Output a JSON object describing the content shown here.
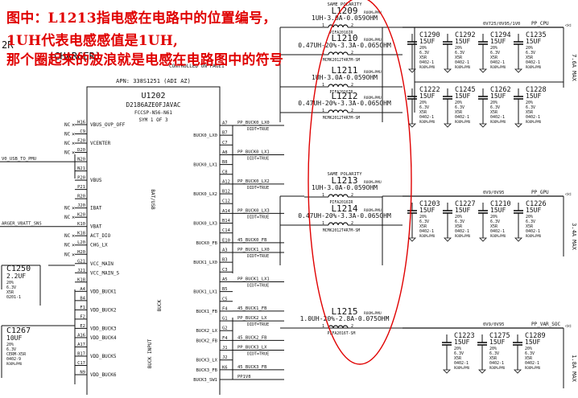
{
  "annotation": {
    "lines": [
      "图中：L1213指电感在电路中的位置编号，",
      "1UH代表电感感值是1UH,",
      "那个圈起来的波浪就是电感在电路图中的符号"
    ]
  },
  "ic": {
    "apn": "APN: 338S1251 (ADI AZ)",
    "ref": "U1202",
    "part": "D2186AZE0FJAVAC",
    "package": "FCCSP-N56-N61",
    "sym": "SYM 1 OF 3",
    "side_label_bat": "BAT/USB",
    "side_label_buck_input": "BUCK INPUT",
    "side_label_buck": "BUCK",
    "left_pins": [
      {
        "num": "H16",
        "name": "VBUS_OVP_OFF",
        "net": "NC"
      },
      {
        "num": "C9",
        "name": "",
        "net": "NC"
      },
      {
        "num": "F20",
        "name": "VCENTER",
        "net": "NC"
      },
      {
        "num": "D20",
        "name": "",
        "net": "NC"
      },
      {
        "num": "N20",
        "name": "",
        "net": "V0_USB_TO_PMU"
      },
      {
        "num": "N21",
        "name": "",
        "net": ""
      },
      {
        "num": "P20",
        "name": "VBUS",
        "net": ""
      },
      {
        "num": "P21",
        "name": "",
        "net": ""
      },
      {
        "num": "R20",
        "name": "",
        "net": ""
      },
      {
        "num": "J20",
        "name": "IBAT",
        "net": "NC"
      },
      {
        "num": "K20",
        "name": "",
        "net": "NC"
      },
      {
        "num": "K10",
        "name": "VBAT",
        "net": "ARGER_VBATT_SNS"
      },
      {
        "num": "K18",
        "name": "ACT_DIO",
        "net": "NC"
      },
      {
        "num": "L20",
        "name": "CHG_LX",
        "net": "NC"
      },
      {
        "num": "H20",
        "name": "",
        "net": "NC"
      },
      {
        "num": "G21",
        "name": "VCC_MAIN",
        "net": ""
      },
      {
        "num": "J21",
        "name": "VCC_MAIN_S",
        "net": ""
      },
      {
        "num": "K18",
        "name": "",
        "net": ""
      },
      {
        "num": "A4",
        "name": "VDD_BUCK1",
        "net": ""
      },
      {
        "num": "B4",
        "name": "",
        "net": ""
      },
      {
        "num": "F1",
        "name": "VDD_BUCK2",
        "net": ""
      },
      {
        "num": "F2",
        "name": "",
        "net": ""
      },
      {
        "num": "E2",
        "name": "VDD_BUCK3",
        "net": ""
      },
      {
        "num": "A16",
        "name": "VDD_BUCK4",
        "net": ""
      },
      {
        "num": "A17",
        "name": "",
        "net": ""
      },
      {
        "num": "B17",
        "name": "VDD_BUCK5",
        "net": ""
      },
      {
        "num": "C17",
        "name": "",
        "net": ""
      },
      {
        "num": "N9",
        "name": "VDD_BUCK6",
        "net": ""
      }
    ],
    "right_pins": [
      {
        "num": "A7",
        "name": "",
        "net": "PP_BUCK0_LX0"
      },
      {
        "num": "B7",
        "name": "BUCK0_LX0",
        "net": ""
      },
      {
        "num": "C7",
        "name": "",
        "net": ""
      },
      {
        "num": "A8",
        "name": "",
        "net": "PP_BUCK0_LX1"
      },
      {
        "num": "B8",
        "name": "BUCK0_LX1",
        "net": ""
      },
      {
        "num": "C8",
        "name": "",
        "net": ""
      },
      {
        "num": "A12",
        "name": "",
        "net": "PP_BUCK0_LX2"
      },
      {
        "num": "B12",
        "name": "BUCK0_LX2",
        "net": ""
      },
      {
        "num": "C12",
        "name": "",
        "net": ""
      },
      {
        "num": "A14",
        "name": "",
        "net": "PP_BUCK0_LX3"
      },
      {
        "num": "B14",
        "name": "BUCK0_LX3",
        "net": ""
      },
      {
        "num": "C14",
        "name": "",
        "net": ""
      },
      {
        "num": "E10",
        "name": "BUCK0_FB",
        "net": "45_BUCK0_FB"
      },
      {
        "num": "A3",
        "name": "",
        "net": "PP_BUCK1_LX0"
      },
      {
        "num": "B3",
        "name": "BUCK1_LX0",
        "net": ""
      },
      {
        "num": "C3",
        "name": "",
        "net": ""
      },
      {
        "num": "A5",
        "name": "",
        "net": "PP_BUCK1_LX1"
      },
      {
        "num": "B5",
        "name": "BUCK1_LX1",
        "net": ""
      },
      {
        "num": "C5",
        "name": "",
        "net": ""
      },
      {
        "num": "F4",
        "name": "BUCK1_FB",
        "net": "45_BUCK1_FB"
      },
      {
        "num": "G1",
        "name": "",
        "net": "PP_BUCK2_LX"
      },
      {
        "num": "G2",
        "name": "BUCK2_LX",
        "net": ""
      },
      {
        "num": "F4",
        "name": "BUCK2_FB",
        "net": "45_BUCK2_FB"
      },
      {
        "num": "J1",
        "name": "",
        "net": "PP_BUCK3_LX"
      },
      {
        "num": "J2",
        "name": "BUCK3_LX",
        "net": ""
      },
      {
        "num": "K6",
        "name": "BUCK3_FB",
        "net": "45_BUCK3_FB"
      },
      {
        "num": "",
        "name": "BUCK3_SW1",
        "net": "PP1V8"
      }
    ],
    "diff_note": "DIDT=TRUE"
  },
  "top_left": {
    "partial_title": "(CHARGER)",
    "controlled": "CONTROLLED ON PAGE1"
  },
  "inductors": [
    {
      "ref": "L1209",
      "polarity": "SAME POLARITY",
      "value": "1UH-3.0A-0.059OHM",
      "flag": "ROOM=PMU",
      "package": "PIFA2016IR"
    },
    {
      "ref": "L1210",
      "polarity": "",
      "value": "0.47UH-20%-3.3A-0.065OHM",
      "flag": "ROOM=PMU",
      "package": "MCMK2012T4R7M-SM"
    },
    {
      "ref": "L1211",
      "polarity": "",
      "value": "1UH-3.0A-0.059OHM",
      "flag": "ROOM=PMU",
      "package": "PIFA2016IR"
    },
    {
      "ref": "L1212",
      "polarity": "",
      "value": "0.47UH-20%-3.3A-0.065OHM",
      "flag": "ROOM=PMU",
      "package": "MCMK2012T4R7M-SM"
    },
    {
      "ref": "L1213",
      "polarity": "SAME POLARITY",
      "value": "1UH-3.0A-0.059OHM",
      "flag": "ROOM=PMU",
      "package": "PIFA2016IR"
    },
    {
      "ref": "L1214",
      "polarity": "",
      "value": "0.47UH-20%-3.3A-0.065OHM",
      "flag": "ROOM=PMU",
      "package": "MCMK2012T4R7M-SM"
    },
    {
      "ref": "L1215",
      "polarity": "",
      "value": "1.0UH-20%-2.8A-0.075OHM",
      "flag": "ROOM=PMU",
      "package": "PIFA2016T-SM"
    }
  ],
  "rails": [
    {
      "net": "0V725/0V95/1V0",
      "pp": "PP_CPU",
      "current": "7.6A MAX"
    },
    {
      "net": "0V9/0V95",
      "pp": "PP_GPU",
      "current": "3.4A MAX"
    },
    {
      "net": "0V9/0V95",
      "pp": "PP_VAR_SOC",
      "current": "1.8A MAX"
    }
  ],
  "capacitors": [
    {
      "ref": "C1290",
      "value": "15UF",
      "v": "20%",
      "r": "6.3V",
      "t": "X5R",
      "pkg": "0402-1",
      "room": "ROOM=PMU"
    },
    {
      "ref": "C1292",
      "value": "15UF",
      "v": "20%",
      "r": "6.3V",
      "t": "X5R",
      "pkg": "0402-1",
      "room": "ROOM=PMU"
    },
    {
      "ref": "C1294",
      "value": "15UF",
      "v": "20%",
      "r": "6.3V",
      "t": "X5R",
      "pkg": "0402-1",
      "room": "ROOM=PMU"
    },
    {
      "ref": "C1235",
      "value": "15UF",
      "v": "20%",
      "r": "6.3V",
      "t": "X5R",
      "pkg": "0402-1",
      "room": "ROOM=PMU"
    },
    {
      "ref": "C1222",
      "value": "15UF",
      "v": "20%",
      "r": "6.3V",
      "t": "X5R",
      "pkg": "0402-1",
      "room": "ROOM=PMU"
    },
    {
      "ref": "C1245",
      "value": "15UF",
      "v": "20%",
      "r": "6.3V",
      "t": "X5R",
      "pkg": "0402-1",
      "room": "ROOM=PMU"
    },
    {
      "ref": "C1262",
      "value": "15UF",
      "v": "20%",
      "r": "6.3V",
      "t": "X5R",
      "pkg": "0402-1",
      "room": "ROOM=PMU"
    },
    {
      "ref": "C1228",
      "value": "15UF",
      "v": "20%",
      "r": "6.3V",
      "t": "X5R",
      "pkg": "0402-1",
      "room": "ROOM=PMU"
    },
    {
      "ref": "C1203",
      "value": "15UF",
      "v": "20%",
      "r": "6.3V",
      "t": "X5R",
      "pkg": "0402-1",
      "room": "ROOM=PMU"
    },
    {
      "ref": "C1227",
      "value": "15UF",
      "v": "20%",
      "r": "6.3V",
      "t": "X5R",
      "pkg": "0402-1",
      "room": "ROOM=PMU"
    },
    {
      "ref": "C1210",
      "value": "15UF",
      "v": "20%",
      "r": "6.3V",
      "t": "X5R",
      "pkg": "0402-1",
      "room": "ROOM=PMU"
    },
    {
      "ref": "C1226",
      "value": "15UF",
      "v": "20%",
      "r": "6.3V",
      "t": "X5R",
      "pkg": "0402-1",
      "room": "ROOM=PMU"
    },
    {
      "ref": "C1223",
      "value": "15UF",
      "v": "20%",
      "r": "6.3V",
      "t": "X5R",
      "pkg": "0402-1",
      "room": "ROOM=PMU"
    },
    {
      "ref": "C1275",
      "value": "15UF",
      "v": "20%",
      "r": "6.3V",
      "t": "X5R",
      "pkg": "0402-1",
      "room": "ROOM=PMU"
    },
    {
      "ref": "C1289",
      "value": "15UF",
      "v": "20%",
      "r": "6.3V",
      "t": "X5R",
      "pkg": "0402-1",
      "room": "ROOM=PMU"
    },
    {
      "ref": "C1250",
      "value": "2.2UF",
      "v": "20%",
      "r": "6.3V",
      "t": "X5R",
      "pkg": "0201-1",
      "room": "ROOM=PMU"
    },
    {
      "ref": "C1267",
      "value": "10UF",
      "v": "20%",
      "r": "6.3V",
      "t": "CERM-X5R",
      "pkg": "0402-9",
      "room": "ROOM=PMU"
    }
  ],
  "colors": {
    "annotation": "#e00000",
    "circle": "#e00000",
    "wire": "#111111"
  }
}
